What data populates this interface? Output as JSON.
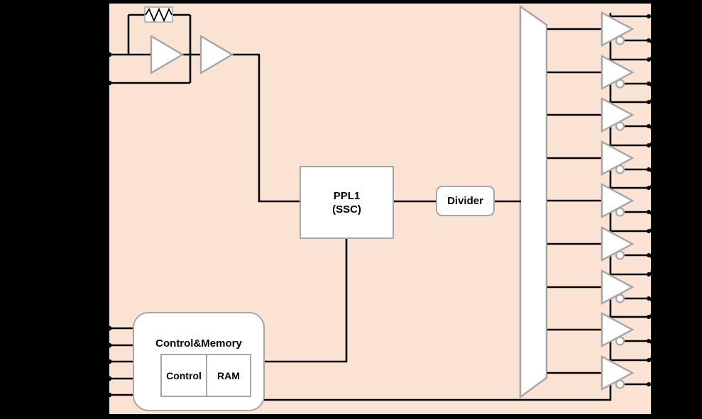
{
  "diagram": {
    "title": "clock-generator-block-diagram",
    "chip_fill": "#FBE3D4",
    "outline_color": "#000000",
    "block_border_color": "#A6A6A6",
    "block_fill": "#FFFFFF",
    "wire_color": "#000000"
  },
  "blocks": {
    "pll": {
      "line1": "PPL1",
      "line2": "(SSC)"
    },
    "divider": {
      "label": "Divider"
    },
    "control_memory": {
      "title": "Control&Memory",
      "cells": [
        "Control",
        "RAM"
      ]
    }
  },
  "oscillator": {
    "amplifier_count": 2,
    "has_feedback_resistor": true,
    "crystal_pin_count": 2
  },
  "fanout": {
    "shape": "trapezoid"
  },
  "outputs": {
    "buffer_count": 9,
    "differential": true,
    "pins_per_buffer": 2,
    "inverting_bubble": true
  },
  "control_pins": {
    "count": 5
  },
  "icons": {
    "resistor": "zigzag",
    "amplifier": "right-triangle",
    "output-buffer": "right-triangle",
    "inverter-bubble": "small-circle",
    "fanout": "trapezoid",
    "pin-terminal": "dot"
  }
}
